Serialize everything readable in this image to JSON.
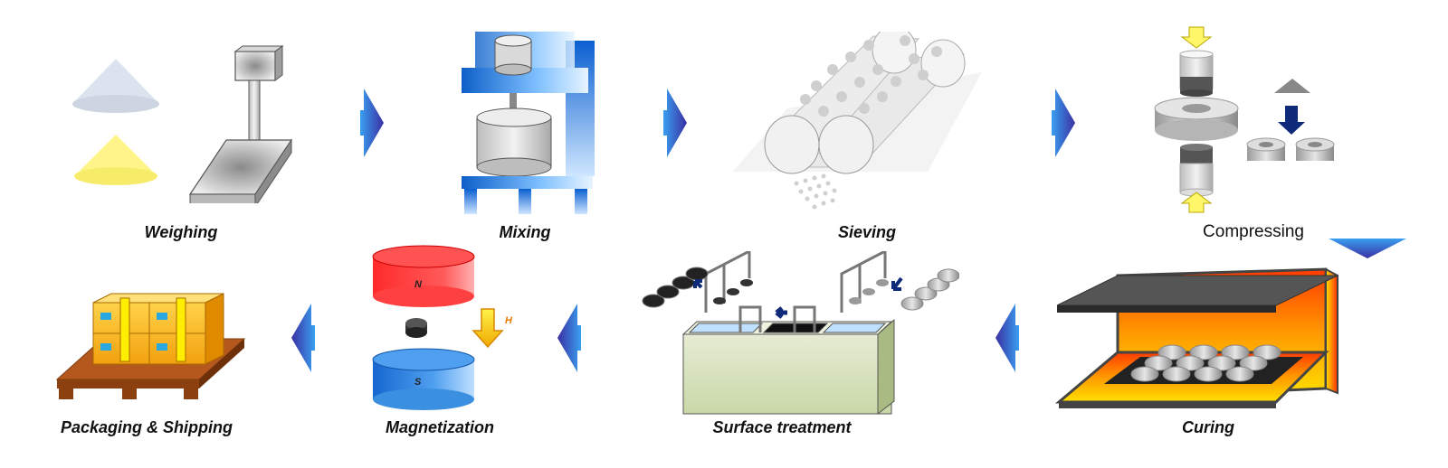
{
  "steps": [
    {
      "id": "weighing",
      "label": "Weighing"
    },
    {
      "id": "mixing",
      "label": "Mixing"
    },
    {
      "id": "sieving",
      "label": "Sieving"
    },
    {
      "id": "compressing",
      "label": "Compressing"
    },
    {
      "id": "curing",
      "label": "Curing"
    },
    {
      "id": "surface-treatment",
      "label": "Surface treatment"
    },
    {
      "id": "magnetization",
      "label": "Magnetization"
    },
    {
      "id": "packaging-shipping",
      "label": "Packaging & Shipping"
    }
  ],
  "magnet": {
    "north": "N",
    "south": "S",
    "field": "H"
  },
  "colors": {
    "arrow": "#4a3fb0",
    "arrow_light": "#3a8fe0",
    "magnet_north": "#e8141b",
    "magnet_south": "#1f6fd0",
    "field_arrow": "#f0c419",
    "kiln_heat": "#ff7a00"
  }
}
